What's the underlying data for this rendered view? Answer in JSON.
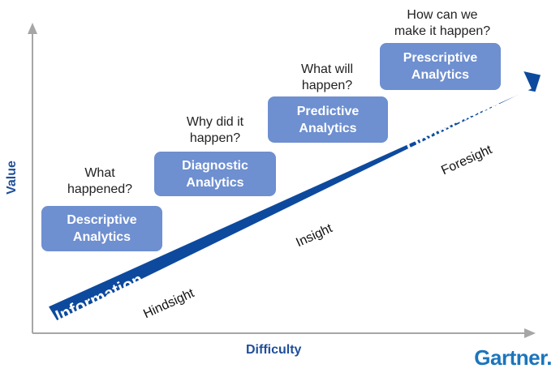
{
  "axes": {
    "y_label": "Value",
    "x_label": "Difficulty"
  },
  "stages": [
    {
      "box_line1": "Descriptive",
      "box_line2": "Analytics",
      "question_line1": "What",
      "question_line2": "happened?"
    },
    {
      "box_line1": "Diagnostic",
      "box_line2": "Analytics",
      "question_line1": "Why did it",
      "question_line2": "happen?"
    },
    {
      "box_line1": "Predictive",
      "box_line2": "Analytics",
      "question_line1": "What will",
      "question_line2": "happen?"
    },
    {
      "box_line1": "Prescriptive",
      "box_line2": "Analytics",
      "question_line1": "How can we",
      "question_line2": "make it happen?"
    }
  ],
  "arrow": {
    "start_label": "Information",
    "end_label": "Optimization",
    "color": "#0d4a9e"
  },
  "sight_labels": [
    "Hindsight",
    "Insight",
    "Foresight"
  ],
  "brand": "Gartner.",
  "colors": {
    "box": "#6e8fd0",
    "axis_label": "#1f4e9a",
    "axis_line": "#a6a6a6",
    "brand": "#1c75bc"
  }
}
